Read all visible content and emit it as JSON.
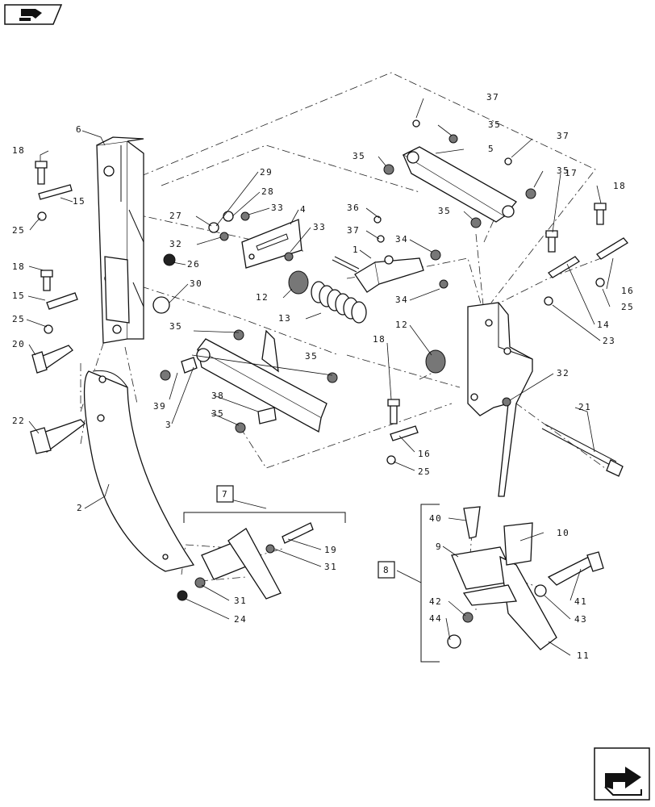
{
  "callouts": {
    "c1": "1",
    "c2": "2",
    "c3": "3",
    "c4": "4",
    "c5": "5",
    "c6": "6",
    "c7": "7",
    "c8": "8",
    "c9": "9",
    "c10": "10",
    "c11": "11",
    "c12a": "12",
    "c12b": "12",
    "c13": "13",
    "c14": "14",
    "c15a": "15",
    "c15b": "15",
    "c16a": "16",
    "c16b": "16",
    "c17": "17",
    "c18a": "18",
    "c18b": "18",
    "c18c": "18",
    "c18d": "18",
    "c19": "19",
    "c20": "20",
    "c21": "21",
    "c22": "22",
    "c23": "23",
    "c24": "24",
    "c25a": "25",
    "c25b": "25",
    "c25c": "25",
    "c25d": "25",
    "c26": "26",
    "c27": "27",
    "c28": "28",
    "c29": "29",
    "c30": "30",
    "c31a": "31",
    "c31b": "31",
    "c32a": "32",
    "c32b": "32",
    "c33a": "33",
    "c33b": "33",
    "c34a": "34",
    "c34b": "34",
    "c35a": "35",
    "c35b": "35",
    "c35c": "35",
    "c35d": "35",
    "c35e": "35",
    "c35f": "35",
    "c35g": "35",
    "c36": "36",
    "c37a": "37",
    "c37b": "37",
    "c37c": "37",
    "c38": "38",
    "c39": "39",
    "c40": "40",
    "c41": "41",
    "c42": "42",
    "c43": "43",
    "c44": "44"
  },
  "icons": {
    "top_left": "book-arrow-icon",
    "bottom_right": "next-page-arrow-icon"
  }
}
